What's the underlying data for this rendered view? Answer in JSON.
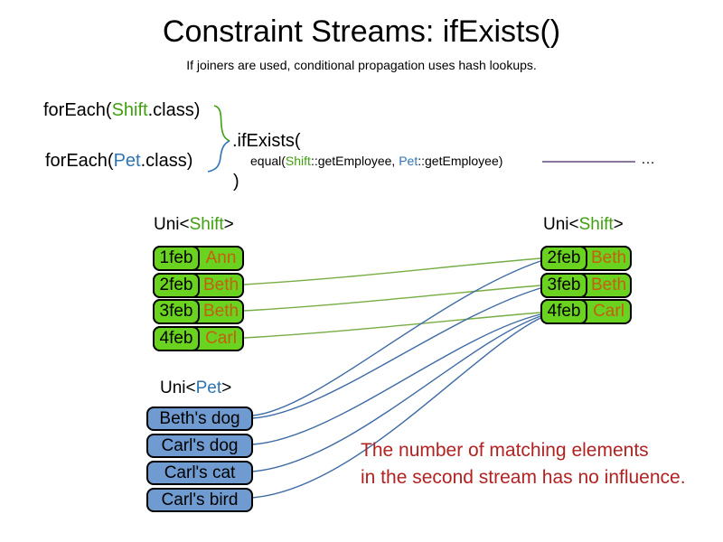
{
  "slide": {
    "title": "Constraint Streams: ifExists()",
    "subtitle": "If joiners are used, conditional propagation uses hash lookups."
  },
  "code": {
    "foreach_shift": {
      "pre": "forEach(",
      "type": "Shift",
      "post": ".class)"
    },
    "foreach_pet": {
      "pre": "forEach(",
      "type": "Pet",
      "post": ".class)"
    },
    "if_exists_open": ".ifExists(",
    "equal_line": {
      "pre": "equal(",
      "type1": "Shift",
      "mid1": "::getEmployee, ",
      "type2": "Pet",
      "mid2": "::getEmployee)"
    },
    "ellipsis": "…",
    "close_paren": ")"
  },
  "left_shift_table": {
    "title": {
      "pre": "Uni<",
      "type": "Shift",
      "post": ">"
    },
    "rows": [
      {
        "date": "1feb",
        "name": "Ann"
      },
      {
        "date": "2feb",
        "name": "Beth"
      },
      {
        "date": "3feb",
        "name": "Beth"
      },
      {
        "date": "4feb",
        "name": "Carl"
      }
    ]
  },
  "right_shift_table": {
    "title": {
      "pre": "Uni<",
      "type": "Shift",
      "post": ">"
    },
    "rows": [
      {
        "date": "2feb",
        "name": "Beth"
      },
      {
        "date": "3feb",
        "name": "Beth"
      },
      {
        "date": "4feb",
        "name": "Carl"
      }
    ]
  },
  "pet_table": {
    "title": {
      "pre": "Uni<",
      "type": "Pet",
      "post": ">"
    },
    "rows": [
      {
        "name": "Beth's dog"
      },
      {
        "name": "Carl's dog"
      },
      {
        "name": "Carl's cat"
      },
      {
        "name": "Carl's bird"
      }
    ]
  },
  "note": {
    "line1": "The number of matching elements",
    "line2": "in the second stream has no influence."
  },
  "colors": {
    "shift_type_green": "#3fa00f",
    "pet_type_blue": "#2e74b5",
    "employee_orange": "#c55f11",
    "shift_box_green": "#6ad31f",
    "pet_box_blue": "#6f9bd1",
    "green_connector": "#77ad45",
    "blue_connector": "#3e6ba5",
    "joiner_line_purple": "#604a7b",
    "note_red": "#b22222"
  }
}
